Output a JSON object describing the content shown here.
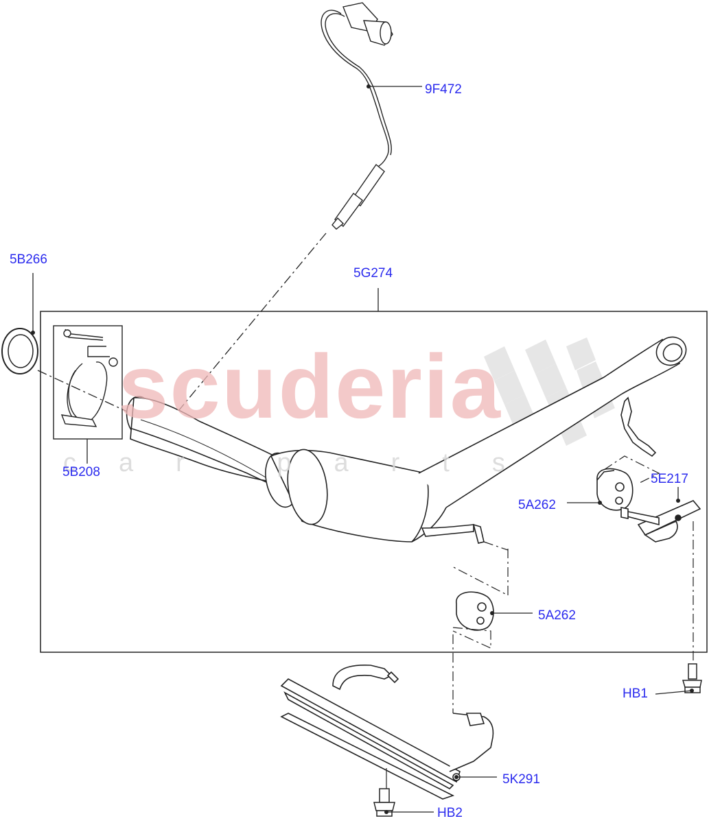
{
  "watermark": {
    "brand": "scuderia",
    "sub": "car parts",
    "brand_color": "#f0b8b8"
  },
  "label_color": "#2a2aee",
  "labels": {
    "l_9f472": "9F472",
    "l_5b266": "5B266",
    "l_5g274": "5G274",
    "l_5b208": "5B208",
    "l_5e217": "5E217",
    "l_5a262_upper": "5A262",
    "l_5a262_lower": "5A262",
    "l_hb1": "HB1",
    "l_5k291": "5K291",
    "l_hb2": "HB2"
  }
}
